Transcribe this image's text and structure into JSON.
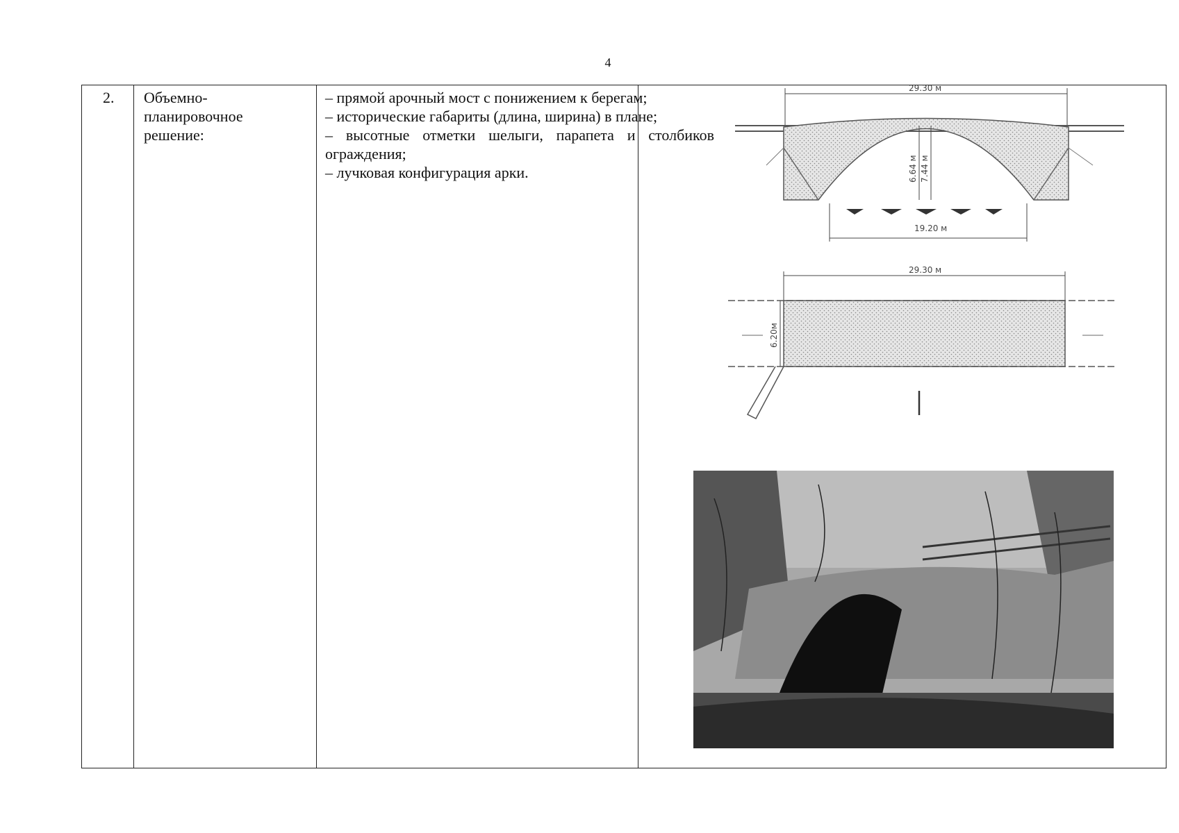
{
  "page_number": "4",
  "row": {
    "number": "2.",
    "name": "Объемно-\nпланировочное\nрешение:",
    "items": [
      "– прямой арочный мост с понижением к берегам;",
      "– исторические габариты (длина, ширина) в плане;",
      "– высотные отметки шелыги, парапета и столбиков ограждения;",
      "– лучковая конфигурация арки."
    ]
  },
  "elevation_drawing": {
    "top_dimension": "29.30 м",
    "height_outer": "7.44 м",
    "height_inner": "6.64 м",
    "span_dimension": "19.20 м"
  },
  "plan_drawing": {
    "length_dimension": "29.30 м",
    "width_dimension": "6.20м"
  }
}
